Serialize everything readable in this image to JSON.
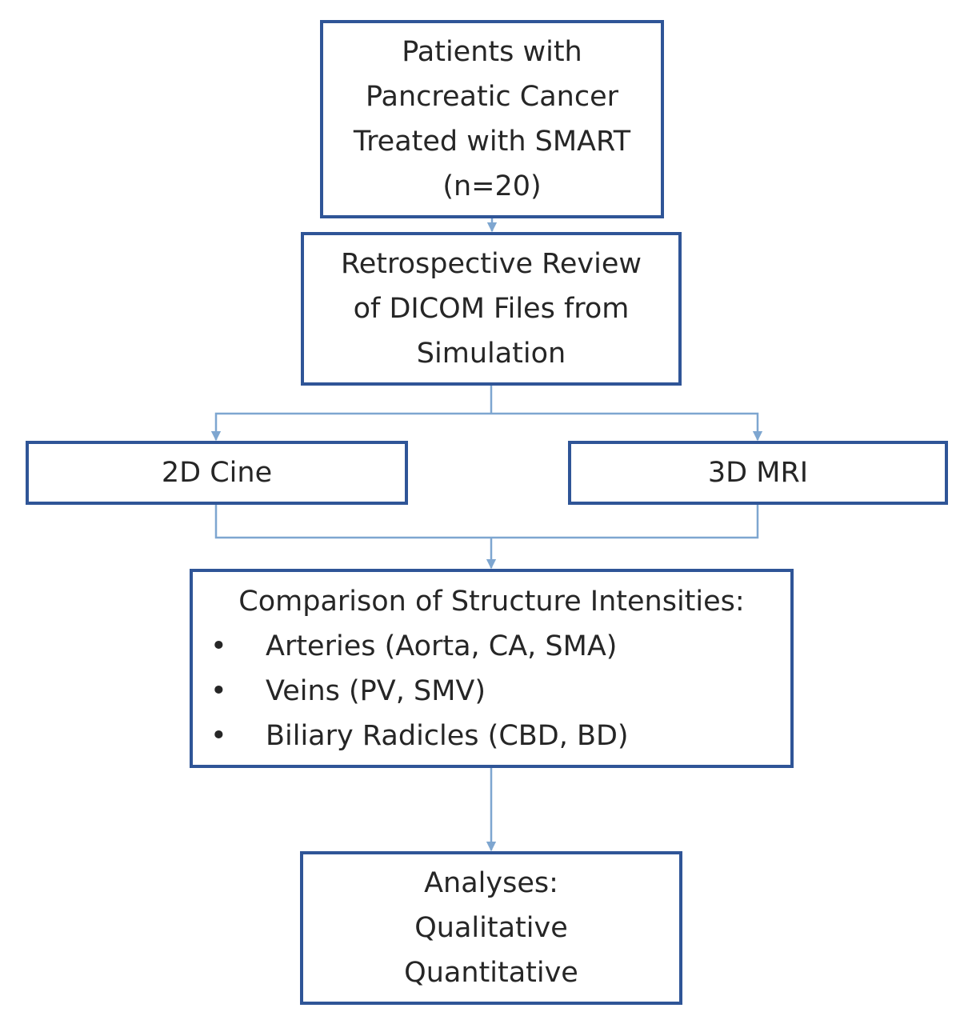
{
  "colors": {
    "box_border": "#2f5597",
    "connector": "#7ea6d0",
    "text": "#262626"
  },
  "nodes": {
    "patients": {
      "lines": [
        "Patients with",
        "Pancreatic Cancer",
        "Treated with SMART",
        "(n=20)"
      ]
    },
    "review": {
      "lines": [
        "Retrospective Review",
        "of DICOM Files from",
        "Simulation"
      ]
    },
    "cine": {
      "label": "2D Cine"
    },
    "mri": {
      "label": "3D MRI"
    },
    "comparison": {
      "heading": "Comparison of Structure Intensities:",
      "bullet_glyph": "•",
      "items": [
        "Arteries (Aorta, CA, SMA)",
        "Veins (PV, SMV)",
        "Biliary Radicles (CBD, BD)"
      ]
    },
    "analyses": {
      "lines": [
        "Analyses:",
        "Qualitative",
        "Quantitative"
      ]
    }
  },
  "edges": [
    {
      "from": "patients",
      "to": "review"
    },
    {
      "from": "review",
      "to": "cine"
    },
    {
      "from": "review",
      "to": "mri"
    },
    {
      "from": "cine",
      "to": "comparison"
    },
    {
      "from": "mri",
      "to": "comparison"
    },
    {
      "from": "comparison",
      "to": "analyses"
    }
  ]
}
